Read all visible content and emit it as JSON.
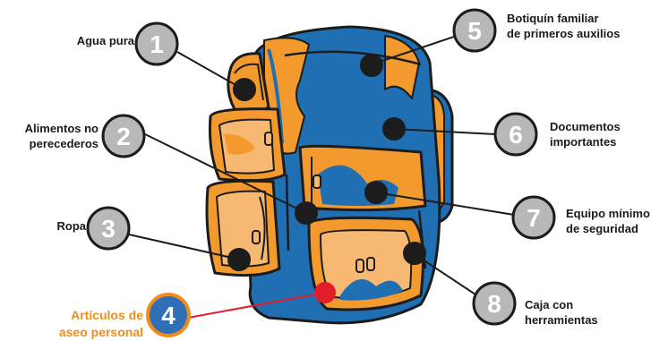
{
  "diagram": {
    "colors": {
      "bag_blue": "#1f6fb2",
      "bag_orange": "#f39a2e",
      "outline": "#1c1c1c",
      "badge_gray": "#b8b8b8",
      "highlight_orange": "#f08c1a",
      "highlight_badge": "#2f6fb8",
      "pointer_red": "#e11d2a"
    },
    "items": [
      {
        "number": "1",
        "lines": [
          "Agua pura"
        ]
      },
      {
        "number": "2",
        "lines": [
          "Alimentos no",
          "perecederos"
        ]
      },
      {
        "number": "3",
        "lines": [
          "Ropa"
        ]
      },
      {
        "number": "4",
        "lines": [
          "Artículos de",
          "aseo personal"
        ],
        "highlighted": true
      },
      {
        "number": "5",
        "lines": [
          "Botiquín familiar",
          "de primeros auxilios"
        ]
      },
      {
        "number": "6",
        "lines": [
          "Documentos",
          "importantes"
        ]
      },
      {
        "number": "7",
        "lines": [
          "Equipo mínimo",
          "de seguridad"
        ]
      },
      {
        "number": "8",
        "lines": [
          "Caja con",
          "herramientas"
        ]
      }
    ]
  }
}
